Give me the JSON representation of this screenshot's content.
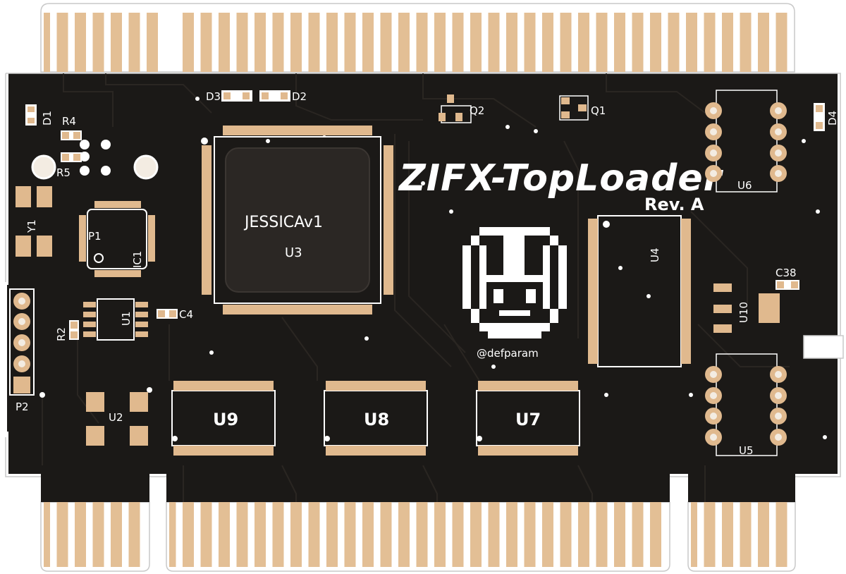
{
  "board": {
    "title": "ZIFX-TopLoader",
    "revision": "Rev. A",
    "author": "@defparam",
    "colors": {
      "substrate": "#1b1917",
      "copper_pad": "#e0b98e",
      "silkscreen": "#ffffff",
      "edge_finger": "#e3bf95",
      "background": "#ffffff"
    }
  },
  "components": {
    "u3_part": "JESSICAv1",
    "u3_ref": "U3",
    "u9": "U9",
    "u8": "U8",
    "u7": "U7",
    "u4": "U4",
    "u6": "U6",
    "u5": "U5",
    "u10": "U10",
    "u1": "U1",
    "u2": "U2",
    "p1": "P1",
    "p2": "P2",
    "ic1": "IC1",
    "y1": "Y1",
    "d1": "D1",
    "d2": "D2",
    "d3": "D3",
    "d4": "D4",
    "q1": "Q1",
    "q2": "Q2",
    "r2": "R2",
    "r4": "R4",
    "r5": "R5",
    "c4": "C4",
    "c38": "C38"
  },
  "logo": {
    "icon": "megaman-helmet-icon"
  }
}
